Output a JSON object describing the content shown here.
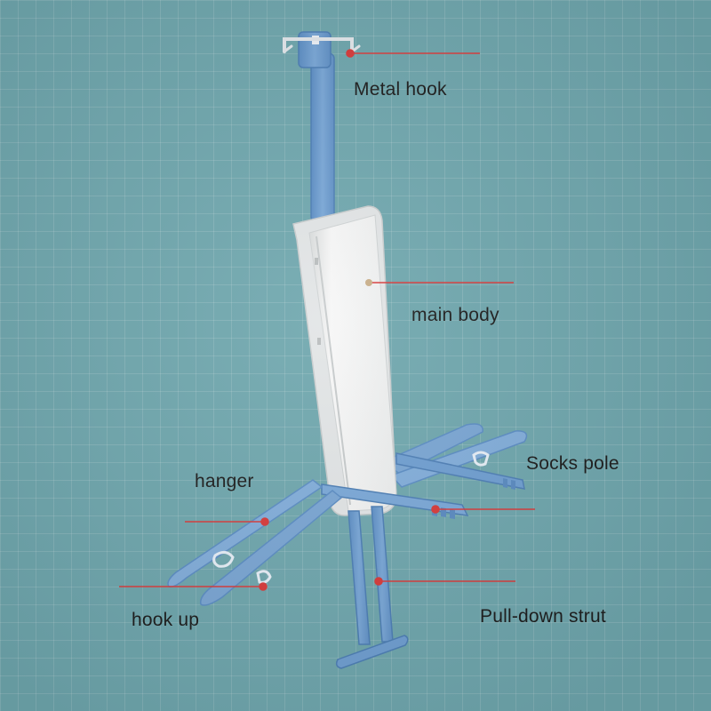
{
  "image": {
    "background_color": "#6fa7ae",
    "product_color": "#6e9ed0",
    "body_color": "#f4f4f4",
    "leader_color": "#d83a3a",
    "labels": {
      "metal_hook": "Metal hook",
      "main_body": "main body",
      "socks_pole": "Socks pole",
      "hanger": "hanger",
      "hook_up": "hook up",
      "pull_down_strut": "Pull-down strut"
    }
  }
}
